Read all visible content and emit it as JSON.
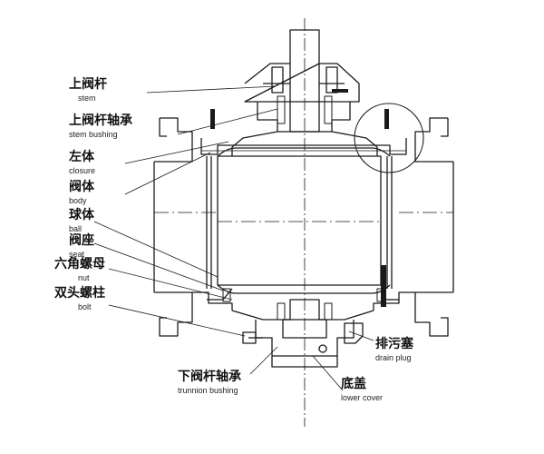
{
  "diagram": {
    "labels": [
      {
        "id": "stem",
        "cn": "上阀杆",
        "en": "stem"
      },
      {
        "id": "stem-bushing",
        "cn": "上阀杆轴承",
        "en": "stem bushing"
      },
      {
        "id": "closure",
        "cn": "左体",
        "en": "closure"
      },
      {
        "id": "body",
        "cn": "阀体",
        "en": "body"
      },
      {
        "id": "ball",
        "cn": "球体",
        "en": "ball"
      },
      {
        "id": "seat",
        "cn": "阀座",
        "en": "seat"
      },
      {
        "id": "nut",
        "cn": "六角螺母",
        "en": "nut"
      },
      {
        "id": "bolt",
        "cn": "双头螺柱",
        "en": "bolt"
      },
      {
        "id": "trunnion-bushing",
        "cn": "下阀杆轴承",
        "en": "trunnion bushing"
      },
      {
        "id": "lower-cover",
        "cn": "底盖",
        "en": "lower cover"
      },
      {
        "id": "drain-plug",
        "cn": "排污塞",
        "en": "drain plug"
      }
    ]
  }
}
